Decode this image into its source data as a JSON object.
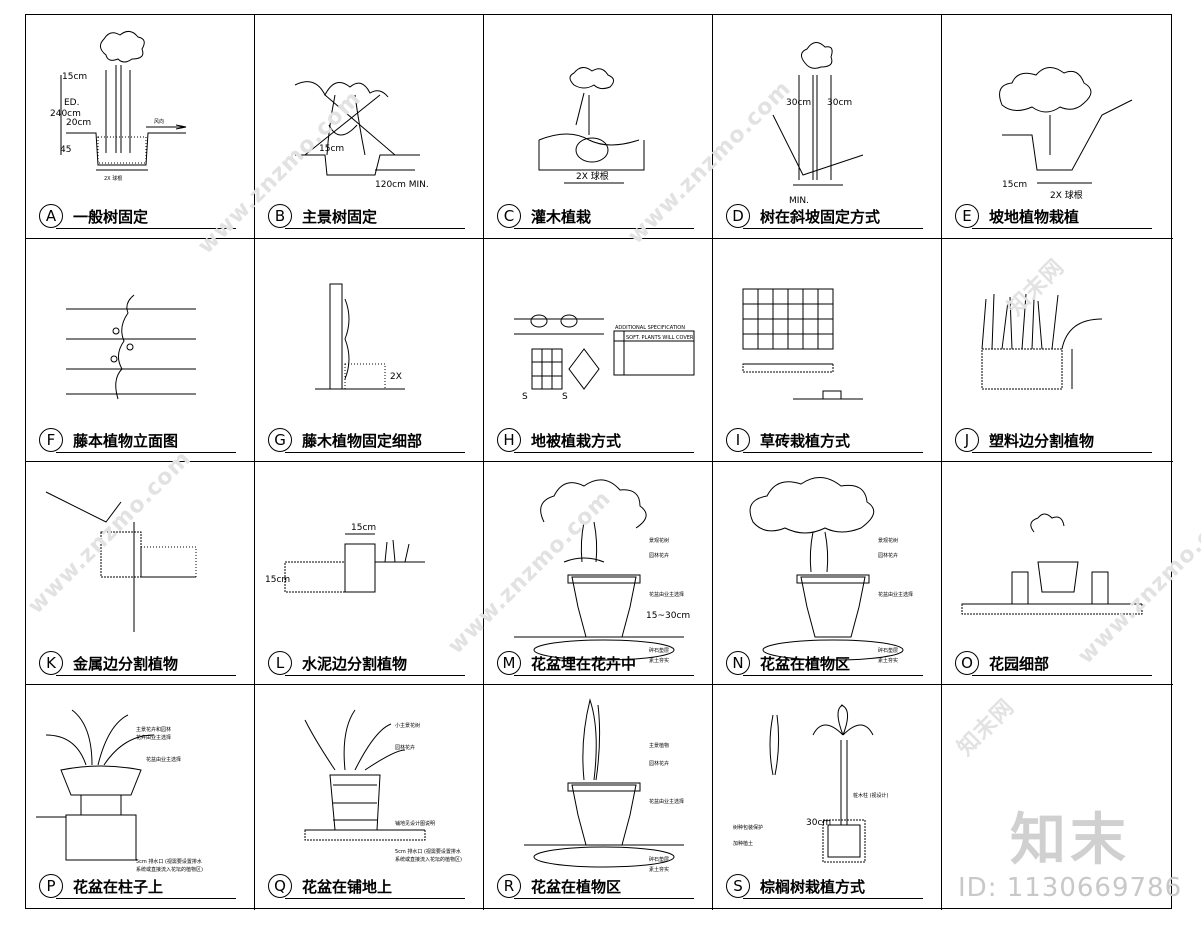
{
  "details": [
    {
      "letter": "A",
      "title": "一般树固定"
    },
    {
      "letter": "B",
      "title": "主景树固定"
    },
    {
      "letter": "C",
      "title": "灌木植栽"
    },
    {
      "letter": "D",
      "title": "树在斜坡固定方式"
    },
    {
      "letter": "E",
      "title": "坡地植物栽植"
    },
    {
      "letter": "F",
      "title": "藤本植物立面图"
    },
    {
      "letter": "G",
      "title": "藤木植物固定细部"
    },
    {
      "letter": "H",
      "title": "地被植栽方式"
    },
    {
      "letter": "I",
      "title": "草砖栽植方式"
    },
    {
      "letter": "J",
      "title": "塑料边分割植物"
    },
    {
      "letter": "K",
      "title": "金属边分割植物"
    },
    {
      "letter": "L",
      "title": "水泥边分割植物"
    },
    {
      "letter": "M",
      "title": "花盆埋在花卉中"
    },
    {
      "letter": "N",
      "title": "花盆在植物区"
    },
    {
      "letter": "O",
      "title": "花园细部"
    },
    {
      "letter": "P",
      "title": "花盆在柱子上"
    },
    {
      "letter": "Q",
      "title": "花盆在铺地上"
    },
    {
      "letter": "R",
      "title": "花盆在植物区"
    },
    {
      "letter": "S",
      "title": "棕榈树栽植方式"
    }
  ],
  "dims": {
    "a_15cm": "15cm",
    "a_ed": "ED.",
    "a_240": "240cm",
    "a_20": "20cm",
    "a_45": "45",
    "a_wind": "风向",
    "b_15": "15cm",
    "b_120": "120cm MIN.",
    "c_2x": "2X 球根",
    "d_30a": "30cm",
    "d_30b": "30cm",
    "d_min": "MIN.",
    "e_15": "15cm",
    "e_2x": "2X 球根",
    "g_2x": "2X",
    "h_s1": "S",
    "h_s2": "S",
    "h_table_h": "ADDITIONAL SPECIFICATION",
    "h_table_r1": "SOFT. PLANTS WILL COVER",
    "l_15a": "15cm",
    "l_15b": "15cm",
    "m_1530": "15~30cm",
    "p_5cm": "5cm 排水口 (视需要设置排水",
    "q_5cm": "5cm 排水口 (视需要设置排水",
    "s_30": "30cm",
    "s_ann": "桩木柱 (视设计)"
  },
  "labels": {
    "m1": "景观花树",
    "m2": "园林花卉",
    "m3": "花盆由业主选择",
    "m4": "碎石垫层",
    "m5": "素土夯实",
    "n1": "景观花树",
    "n2": "园林花卉",
    "n3": "花盆由业主选择",
    "n4": "碎石垫层",
    "n5": "素土夯实",
    "p1": "主景花卉和园林",
    "p2": "花卉由业主选择",
    "p3": "花盆由业主选择",
    "p4": "系统或直接流入花坛的植物区)",
    "q1": "小主景花树",
    "q2": "园林花卉",
    "q3": "铺地见设计图说明",
    "q4": "系统或直接流入花坛的植物区)",
    "r1": "主景植物",
    "r2": "园林花卉",
    "r3": "花盆由业主选择",
    "r4": "碎石垫层",
    "r5": "素土夯实",
    "s1": "树种包装保护",
    "s2": "加种植土"
  },
  "watermarks": {
    "site": "www.znzmo.com",
    "brand": "知末网"
  },
  "logo": "知末",
  "id_text": "ID: 1130669786"
}
